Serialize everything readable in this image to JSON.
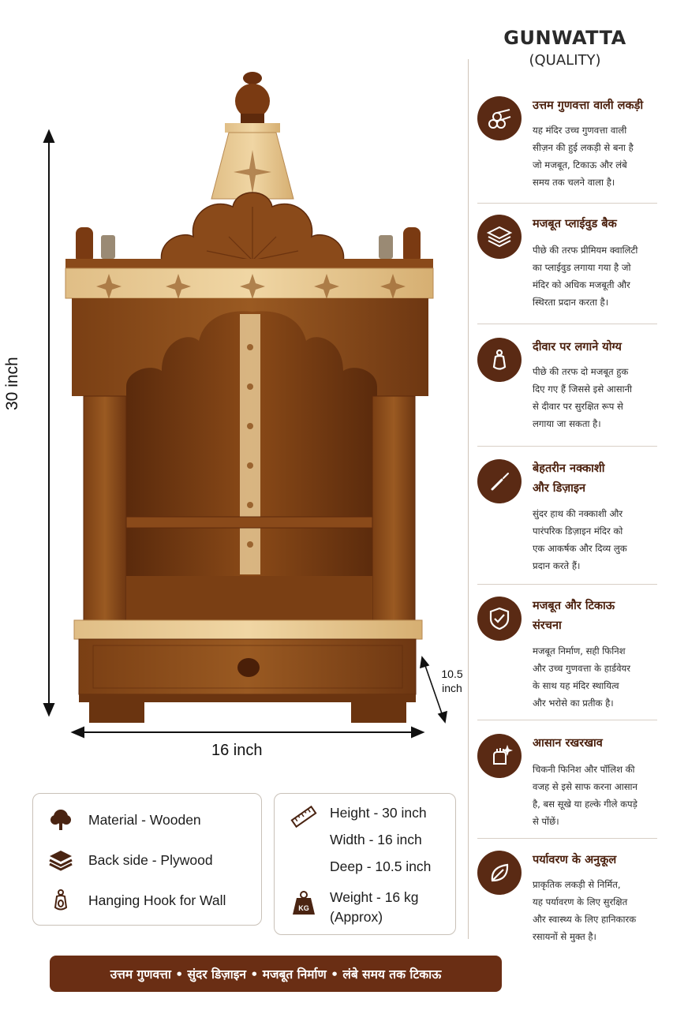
{
  "brand": {
    "title": "GUNWATTA",
    "subtitle": "(QUALITY)"
  },
  "dimensions": {
    "height": "30 inch",
    "width": "16 inch",
    "depth_value": "10.5",
    "depth_unit": "inch"
  },
  "features": [
    {
      "icon": "wood-logs-icon",
      "title": "उत्तम गुणवत्ता वाली लकड़ी",
      "lines": [
        "यह मंदिर उच्च गुणवत्ता वाली",
        "सीज़न की हुई लकड़ी से बना है",
        "जो मजबूत, टिकाऊ और लंबे",
        "समय तक चलने वाला है।"
      ]
    },
    {
      "icon": "plywood-layers-icon",
      "title": "मजबूत प्लाईवुड बैक",
      "lines": [
        "पीछे की तरफ प्रीमियम क्वालिटी",
        "का प्लाईवुड लगाया गया है जो",
        "मंदिर को अधिक मजबूती और",
        "स्थिरता प्रदान करता है।"
      ]
    },
    {
      "icon": "wall-hook-icon",
      "title": "दीवार पर लगाने योग्य",
      "lines": [
        "पीछे की तरफ दो मजबूत हुक",
        "दिए गए हैं जिससे इसे आसानी",
        "से दीवार पर सुरक्षित रूप से",
        "लगाया जा सकता है।"
      ]
    },
    {
      "icon": "carving-chisel-icon",
      "title": "बेहतरीन नक्काशी और डिज़ाइन",
      "title_lines": [
        "बेहतरीन नक्काशी",
        "और डिज़ाइन"
      ],
      "lines": [
        "सुंदर हाथ की नक्काशी और",
        "पारंपरिक डिज़ाइन मंदिर को",
        "एक आकर्षक और दिव्य लुक",
        "प्रदान करते हैं।"
      ]
    },
    {
      "icon": "shield-check-icon",
      "title": "मजबूत और टिकाऊ संरचना",
      "title_lines": [
        "मजबूत और टिकाऊ",
        "संरचना"
      ],
      "lines": [
        "मजबूत निर्माण, सही फिनिश",
        "और उच्च गुणवत्ता के हार्डवेयर",
        "के साथ यह मंदिर स्थायित्व",
        "और भरोसे का प्रतीक है।"
      ]
    },
    {
      "icon": "cleaning-hand-icon",
      "title": "आसान रखरखाव",
      "lines": [
        "चिकनी फिनिश और पॉलिश की",
        "वजह से इसे साफ करना आसान",
        "है, बस सूखे या हल्के गीले कपड़े",
        "से पोंछें।"
      ]
    },
    {
      "icon": "eco-leaf-icon",
      "title": "पर्यावरण के अनुकूल",
      "lines": [
        "प्राकृतिक लकड़ी से निर्मित,",
        "यह पर्यावरण के लिए सुरक्षित",
        "और स्वास्थ्य के लिए हानिकारक",
        "रसायनों से मुक्त है।"
      ]
    }
  ],
  "specs_left": [
    {
      "icon": "tree-icon",
      "text": "Material - Wooden"
    },
    {
      "icon": "layers-icon",
      "text": "Back side - Plywood"
    },
    {
      "icon": "hook-icon",
      "text": "Hanging Hook for Wall"
    }
  ],
  "specs_right": {
    "height": "Height - 30 inch",
    "width": "Width - 16 inch",
    "deep": "Deep - 10.5 inch",
    "weight": "Weight - 16 kg",
    "weight_note": "(Approx)",
    "weight_icon_label": "KG"
  },
  "banner": "उत्तम गुणवत्ता • सुंदर डिज़ाइन • मजबूत निर्माण • लंबे समय तक टिकाऊ",
  "colors": {
    "accent": "#5a2a14",
    "banner": "#6a2e14",
    "wood_dark": "#7a4318",
    "wood_light": "#d8b27a"
  }
}
